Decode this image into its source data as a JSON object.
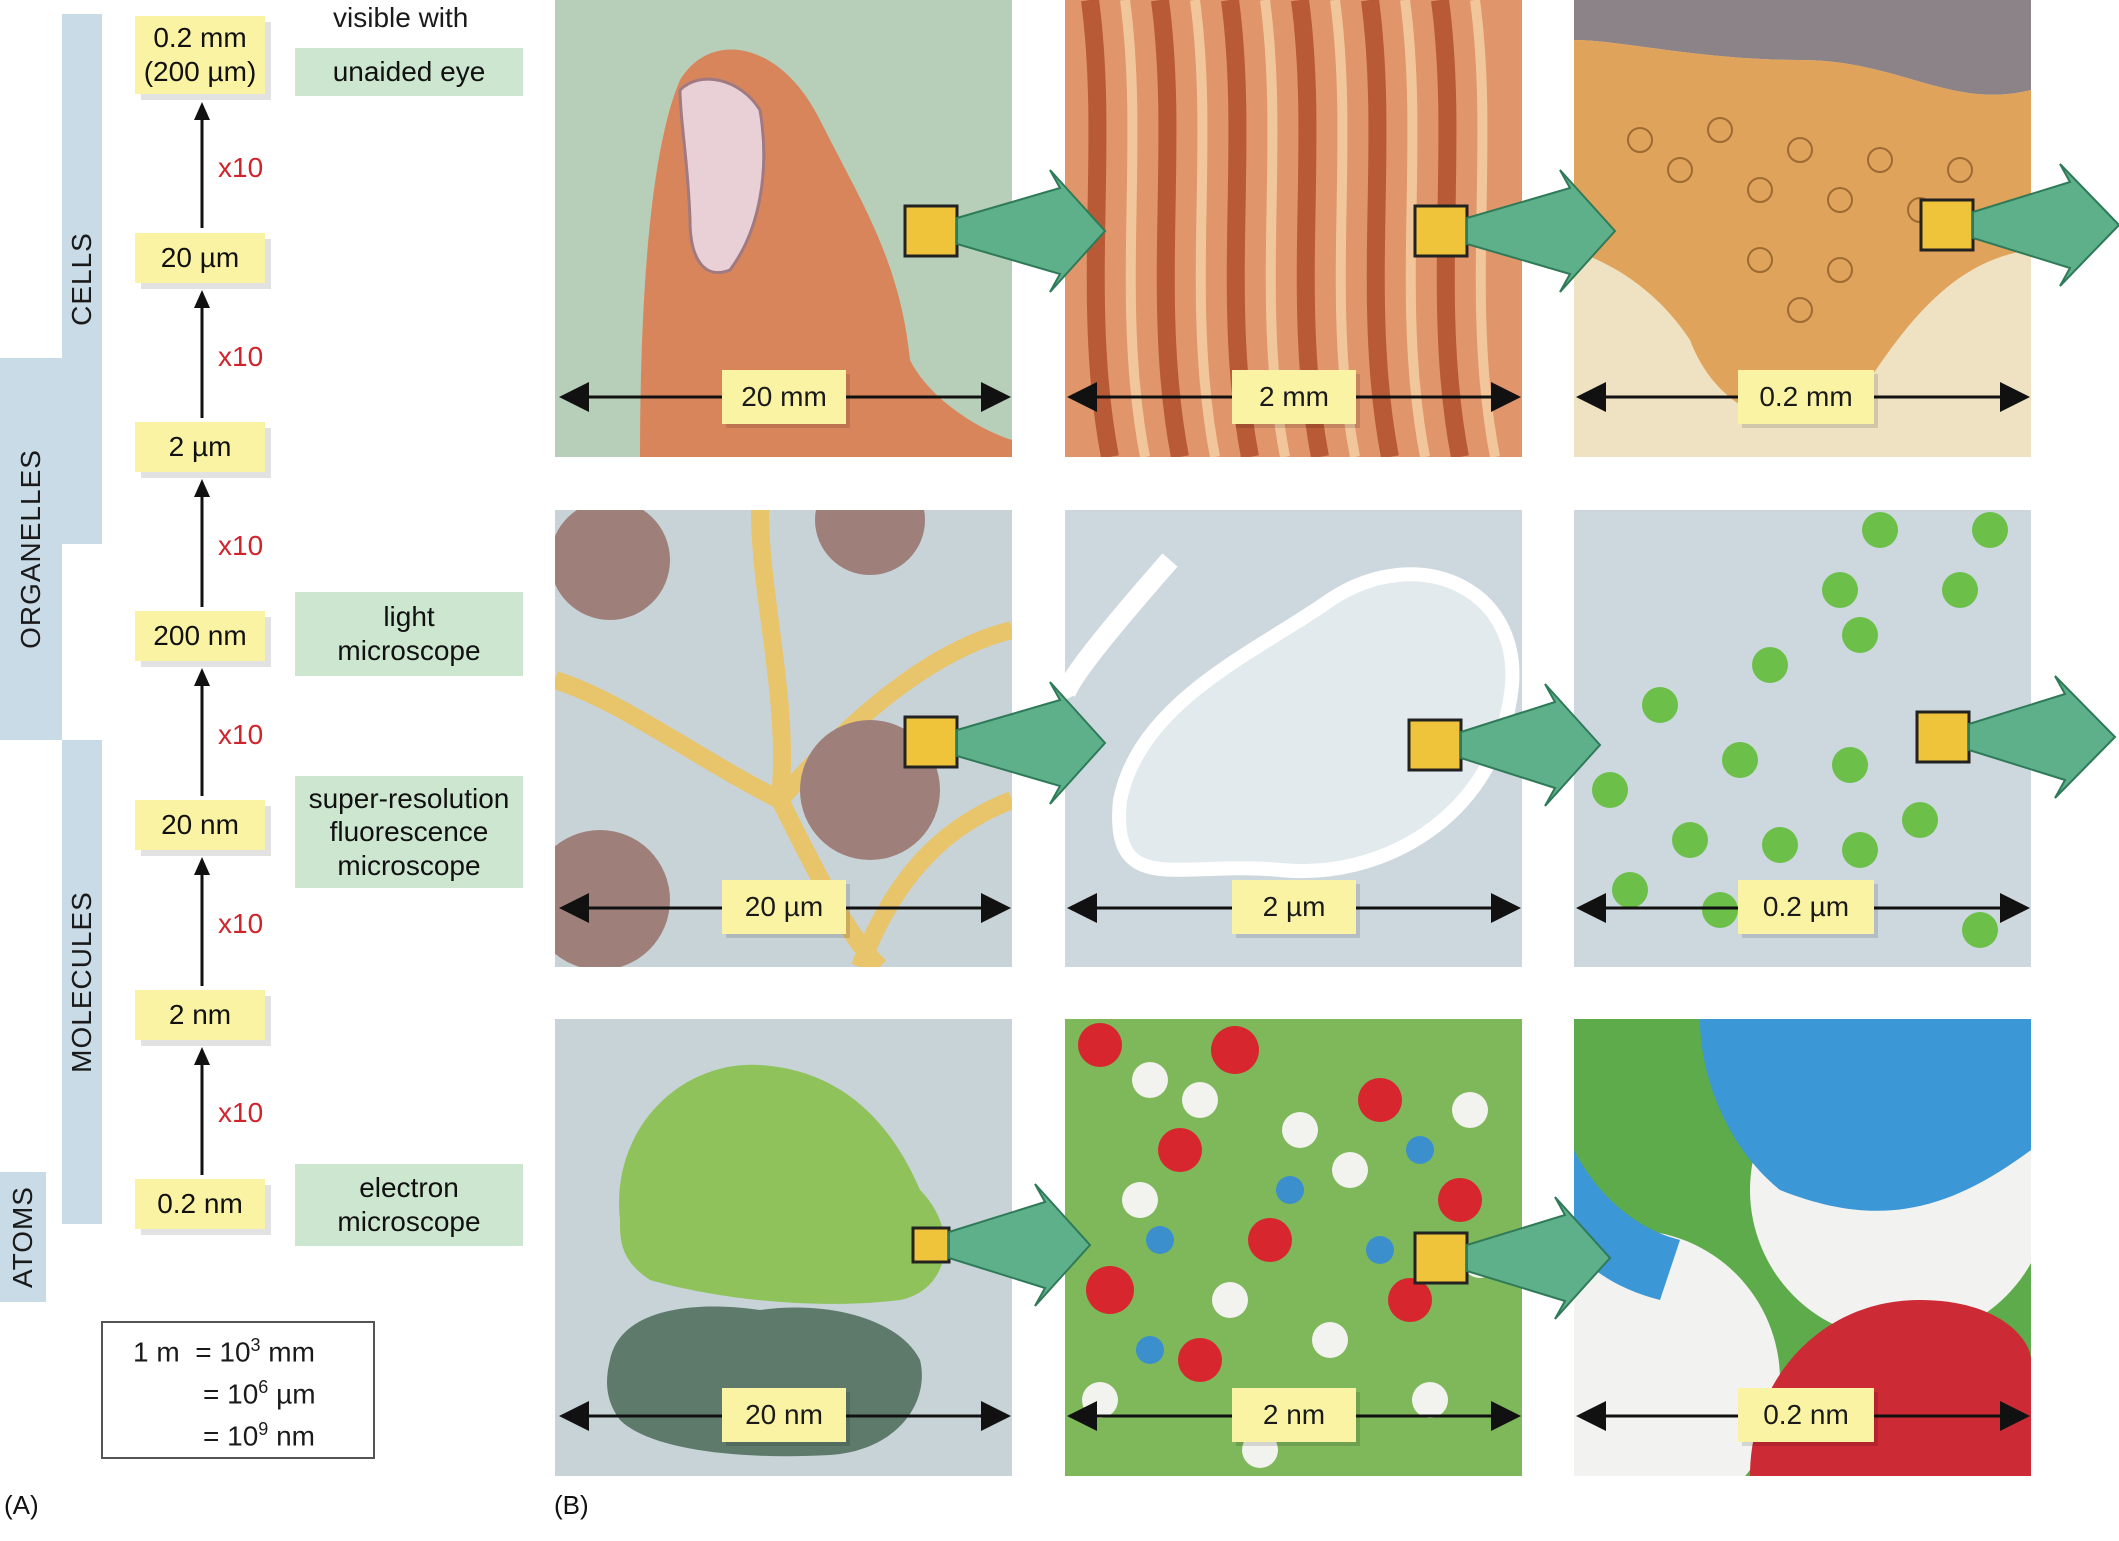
{
  "panel_a": {
    "letter": "(A)",
    "category_bars": [
      {
        "label": "CELLS"
      },
      {
        "label": "ORGANELLES"
      },
      {
        "label": "MOLECULES"
      },
      {
        "label": "ATOMS"
      }
    ],
    "scales": [
      {
        "line1": "0.2 mm",
        "line2": "(200 µm)"
      },
      {
        "line1": "20 µm"
      },
      {
        "line1": "2 µm"
      },
      {
        "line1": "200 nm"
      },
      {
        "line1": "20 nm"
      },
      {
        "line1": "2 nm"
      },
      {
        "line1": "0.2 nm"
      }
    ],
    "multiplier": "x10",
    "visibility_header": "visible with",
    "instruments": [
      {
        "line1": "unaided eye"
      },
      {
        "line1": "light",
        "line2": "microscope"
      },
      {
        "line1": "super-resolution",
        "line2": "fluorescence",
        "line3": "microscope"
      },
      {
        "line1": "electron",
        "line2": "microscope"
      }
    ],
    "conversion": {
      "line1_prefix": "1 m  = 10",
      "line1_exp": "3",
      "line1_unit": " mm",
      "line2_prefix": "= 10",
      "line2_exp": "6",
      "line2_unit": " µm",
      "line3_prefix": "= 10",
      "line3_exp": "9",
      "line3_unit": " nm"
    }
  },
  "panel_b": {
    "letter": "(B)",
    "panels": [
      {
        "scale": "20 mm",
        "subject": "thumb"
      },
      {
        "scale": "2 mm",
        "subject": "skin ridges"
      },
      {
        "scale": "0.2 mm",
        "subject": "skin cells"
      },
      {
        "scale": "20 µm",
        "subject": "cells with nuclei"
      },
      {
        "scale": "2 µm",
        "subject": "mitochondrion"
      },
      {
        "scale": "0.2 µm",
        "subject": "ribosomes"
      },
      {
        "scale": "20 nm",
        "subject": "ribosome"
      },
      {
        "scale": "2 nm",
        "subject": "protein atoms"
      },
      {
        "scale": "0.2 nm",
        "subject": "atoms"
      }
    ]
  },
  "colors": {
    "sidebar": "#c9dbe6",
    "scale_box": "#fbf3a4",
    "instrument_box": "#cde6cf",
    "multiplier_text": "#d0242c",
    "zoom_arrow": "#5db08a"
  }
}
